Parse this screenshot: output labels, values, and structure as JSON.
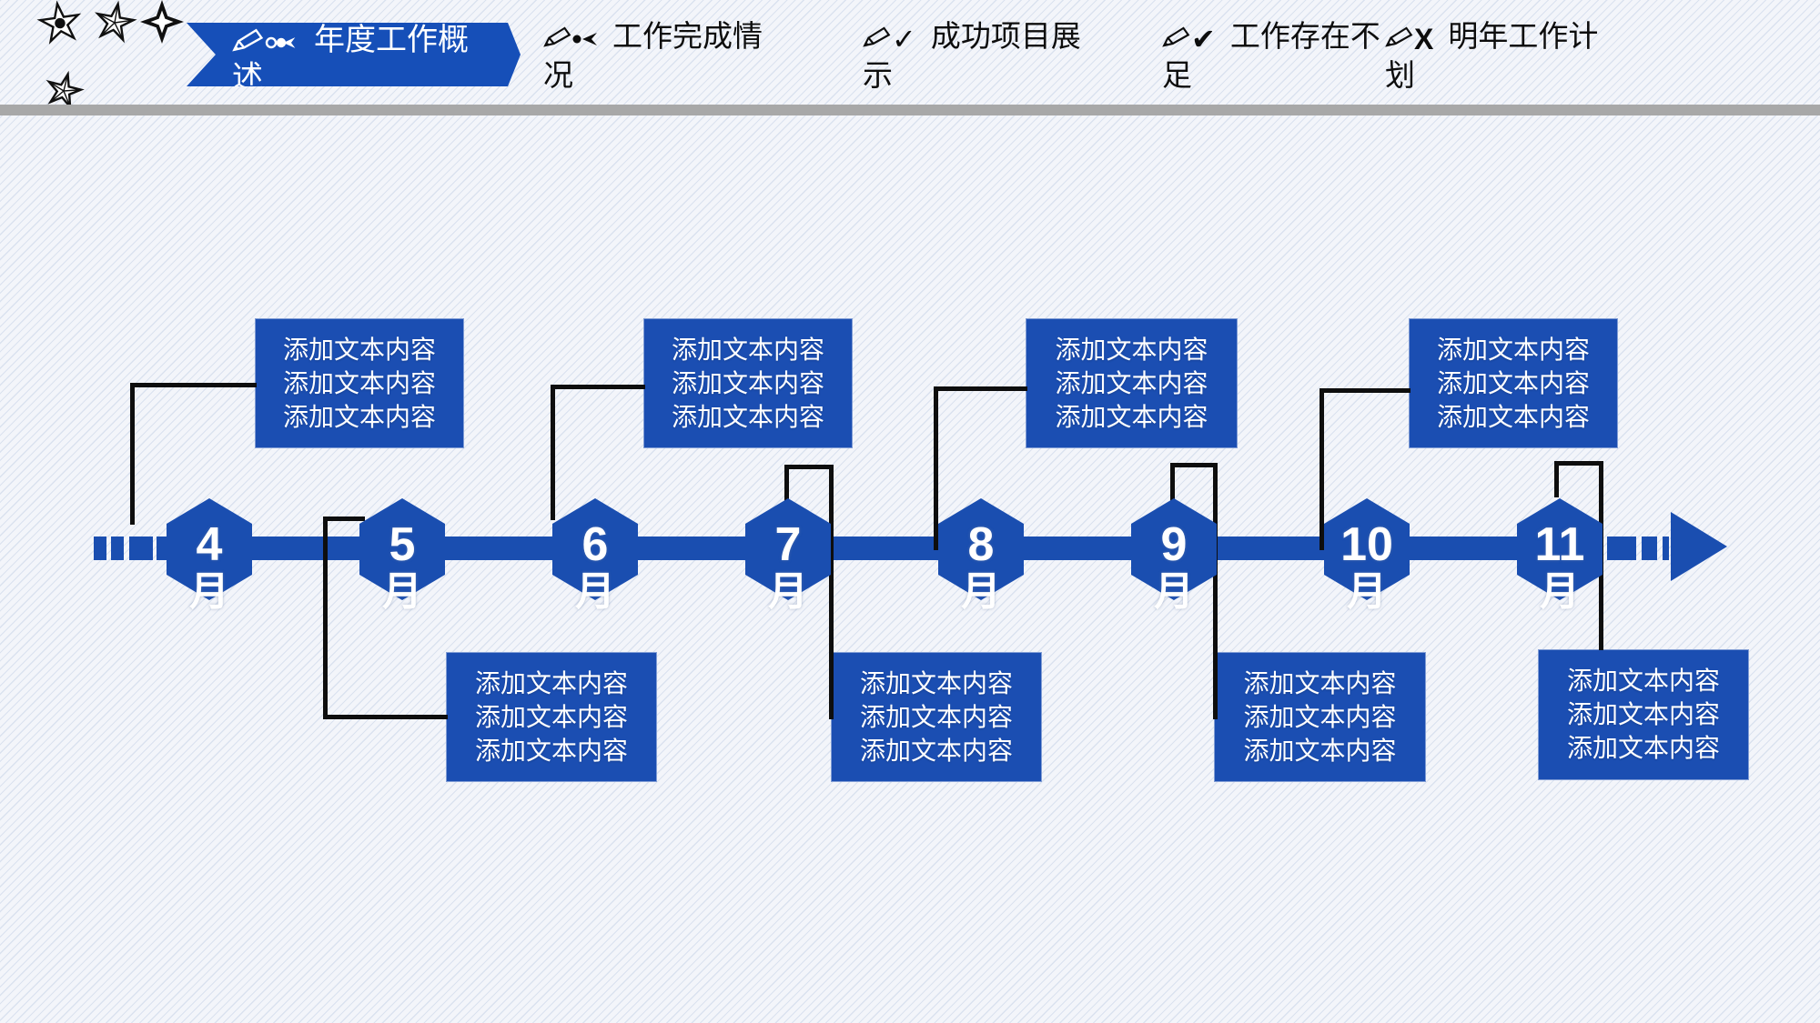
{
  "colors": {
    "primary_blue": "#1a4eb0",
    "banner_blue": "#164fb8",
    "connector_black": "#0e0e0e",
    "divider_gray": "#a8a8a8",
    "background": "#f3f5fa",
    "nav_text": "#0d0d0d",
    "box_text": "#ffffff"
  },
  "decor": {
    "stars": [
      "five-point-star-with-dot",
      "five-point-star",
      "four-point-star",
      "five-point-star"
    ]
  },
  "nav": {
    "tabs": [
      {
        "id": "annual-overview",
        "label": "年度工作概述",
        "active": true,
        "icons": [
          "pencil-icon",
          "link-icon"
        ]
      },
      {
        "id": "work-completion",
        "label": "工作完成情况",
        "active": false,
        "icons": [
          "pencil-icon",
          "dart-icon"
        ]
      },
      {
        "id": "project-showcase",
        "label": "成功项目展示",
        "active": false,
        "icons": [
          "pencil-icon",
          "check-icon"
        ],
        "glyph": "✓"
      },
      {
        "id": "shortcomings",
        "label": "工作存在不足",
        "active": false,
        "icons": [
          "pencil-icon",
          "heavy-check-icon"
        ],
        "glyph": "✔"
      },
      {
        "id": "next-year-plan",
        "label": "明年工作计划",
        "active": false,
        "icons": [
          "pencil-icon",
          "x-icon"
        ],
        "glyph": "X"
      }
    ]
  },
  "timeline": {
    "direction": "left-to-right",
    "arrow_icon": "right-arrow",
    "months": [
      {
        "id": "month-4",
        "num": "4",
        "unit": "月",
        "box_position": "above",
        "lines": [
          "添加文本内容",
          "添加文本内容",
          "添加文本内容"
        ]
      },
      {
        "id": "month-5",
        "num": "5",
        "unit": "月",
        "box_position": "below",
        "lines": [
          "添加文本内容",
          "添加文本内容",
          "添加文本内容"
        ]
      },
      {
        "id": "month-6",
        "num": "6",
        "unit": "月",
        "box_position": "above",
        "lines": [
          "添加文本内容",
          "添加文本内容",
          "添加文本内容"
        ]
      },
      {
        "id": "month-7",
        "num": "7",
        "unit": "月",
        "box_position": "below",
        "lines": [
          "添加文本内容",
          "添加文本内容",
          "添加文本内容"
        ]
      },
      {
        "id": "month-8",
        "num": "8",
        "unit": "月",
        "box_position": "above",
        "lines": [
          "添加文本内容",
          "添加文本内容",
          "添加文本内容"
        ]
      },
      {
        "id": "month-9",
        "num": "9",
        "unit": "月",
        "box_position": "below",
        "lines": [
          "添加文本内容",
          "添加文本内容",
          "添加文本内容"
        ]
      },
      {
        "id": "month-10",
        "num": "10",
        "unit": "月",
        "box_position": "above",
        "lines": [
          "添加文本内容",
          "添加文本内容",
          "添加文本内容"
        ]
      },
      {
        "id": "month-11",
        "num": "11",
        "unit": "月",
        "box_position": "below",
        "lines": [
          "添加文本内容",
          "添加文本内容",
          "添加文本内容"
        ]
      }
    ]
  }
}
